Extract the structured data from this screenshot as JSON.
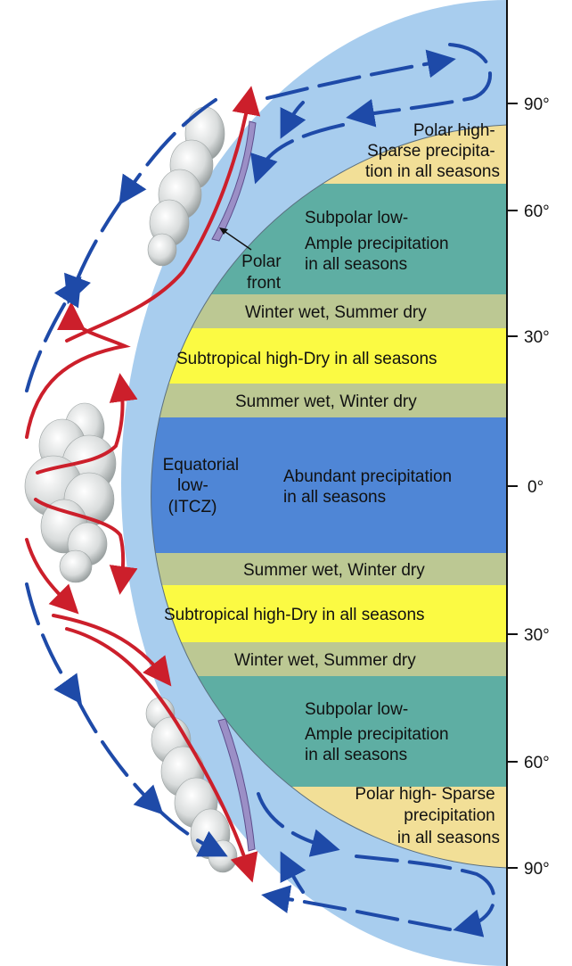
{
  "colors": {
    "atmosphere": "#a8cdee",
    "polar_high": "#f2df97",
    "subpolar_low": "#5eaea3",
    "winter_wet": "#bcc893",
    "subtropical_high": "#fbfa43",
    "equatorial": "#4f86d6",
    "warm_air_arrow": "#cc1f2b",
    "cool_air_arrow": "#1e4aa8",
    "polar_front": "#9b8fc6"
  },
  "latitude_labels": [
    "90°",
    "60°",
    "30°",
    "0°",
    "30°",
    "60°",
    "90°"
  ],
  "zones": {
    "north_polar_high": [
      "Polar high-",
      "Sparse precipita-",
      "tion in all seasons"
    ],
    "north_subpolar_low": [
      "Subpolar low-",
      "Ample precipitation",
      "in all seasons"
    ],
    "north_winter_wet": "Winter wet, Summer dry",
    "north_subtropical_high": "Subtropical high-Dry in all seasons",
    "north_summer_wet": "Summer wet, Winter dry",
    "equatorial_low": [
      "Equatorial",
      "low-",
      "(ITCZ)"
    ],
    "equatorial_precip": [
      "Abundant precipitation",
      "in all seasons"
    ],
    "south_summer_wet": "Summer wet, Winter dry",
    "south_subtropical_high": "Subtropical high-Dry in all seasons",
    "south_winter_wet": "Winter wet, Summer dry",
    "south_subpolar_low": [
      "Subpolar low-",
      "Ample precipitation",
      "in all seasons"
    ],
    "south_polar_high": [
      "Polar high- Sparse",
      "precipitation",
      "in all seasons"
    ]
  },
  "polar_front_label": [
    "Polar",
    "front"
  ],
  "icons": {
    "cloud": "cloud-icon",
    "warm_arrow": "warm-air-arrow-icon",
    "cool_arrow": "cool-air-arrow-icon"
  }
}
